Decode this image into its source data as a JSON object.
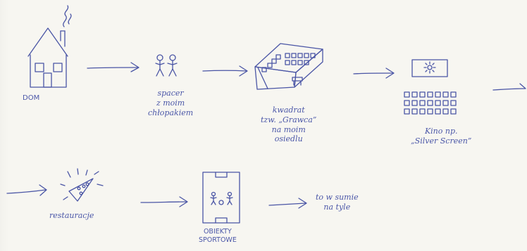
{
  "labels": {
    "dom": "DOM",
    "spacer": "spacer\nz moim\nchłopakiem",
    "kwadrat": "kwadrat\ntzw. „Grawca”\nna moim\nosiedlu",
    "kino": "Kino np.\n„Silver Screen”",
    "restauracje": "restauracje",
    "obiekty": "OBIEKTY\nSPORTOWE",
    "koniec": "to w sumie\nna tyle"
  }
}
